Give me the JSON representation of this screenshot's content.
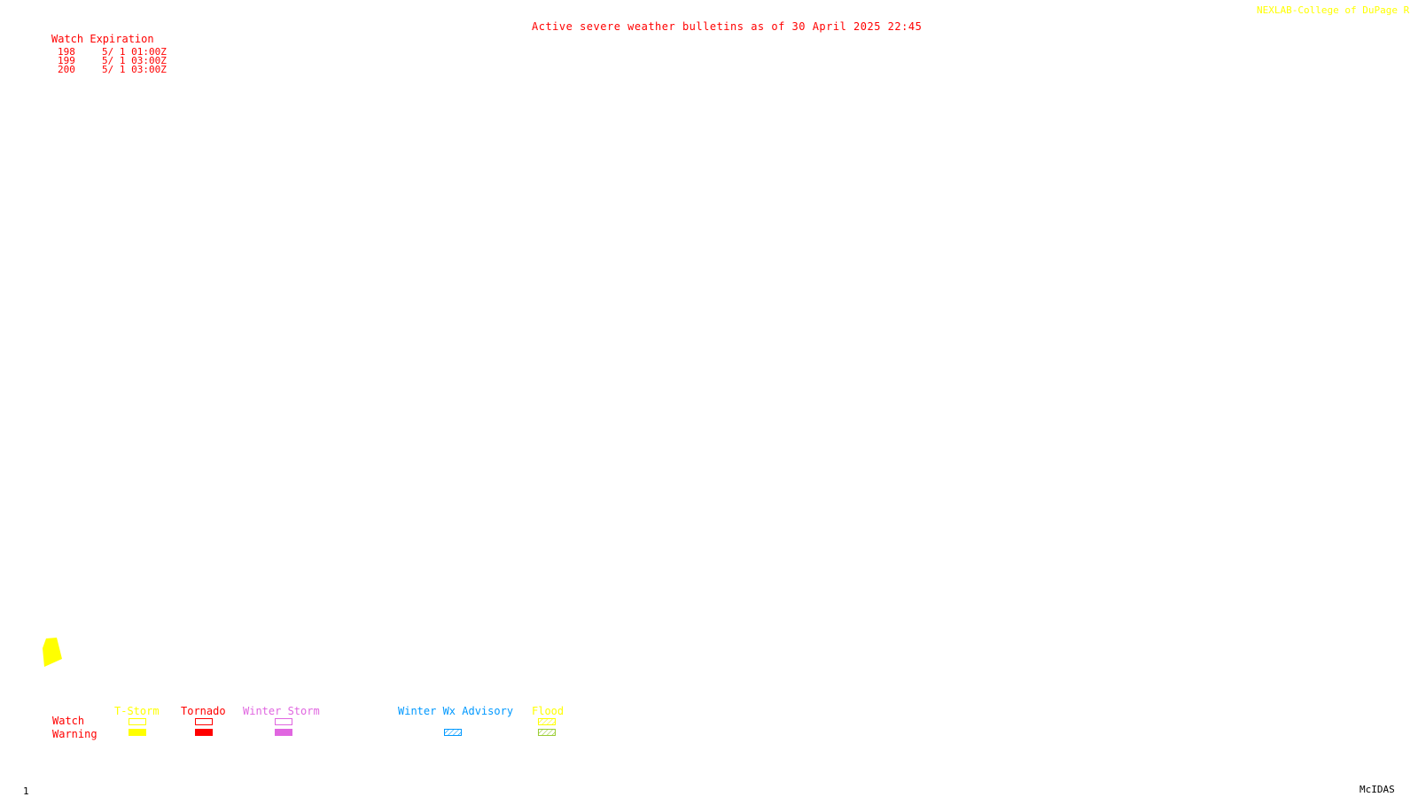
{
  "title": "Active severe weather bulletins as of 30 April 2025 22:45",
  "credit": "NEXLAB-College of DuPage R",
  "watch_table": {
    "header": "Watch Expiration",
    "rows": [
      {
        "number": "198",
        "expiration": "5/ 1 01:00Z"
      },
      {
        "number": "199",
        "expiration": "5/ 1 03:00Z"
      },
      {
        "number": "200",
        "expiration": "5/ 1 03:00Z"
      }
    ]
  },
  "legend": {
    "row_labels": {
      "watch": "Watch",
      "warning": "Warning"
    },
    "categories": [
      {
        "label": "T-Storm",
        "color": "#ffff00"
      },
      {
        "label": "Tornado",
        "color": "#ff0000"
      },
      {
        "label": "Winter Storm",
        "color": "#e066e0"
      },
      {
        "label": "Winter Wx Advisory",
        "color": "#0099ff"
      },
      {
        "label": "Flood",
        "color": "#ffff00"
      }
    ]
  },
  "footer": {
    "frame_number": "1",
    "software": "McIDAS"
  },
  "colors": {
    "text": "#ff0000",
    "credit": "#ffff00",
    "background": "#ffffff",
    "flood_warning": "#99cc33"
  }
}
